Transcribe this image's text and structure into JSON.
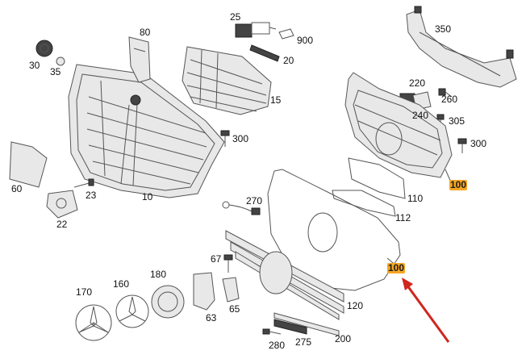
{
  "diagram": {
    "arrow_color": "#d0261d",
    "highlight_color": "#f5a623",
    "labels": {
      "p10": "10",
      "p15": "15",
      "p20": "20",
      "p22": "22",
      "p23": "23",
      "p25": "25",
      "p30": "30",
      "p35": "35",
      "p60": "60",
      "p63": "63",
      "p65": "65",
      "p67": "67",
      "p80": "80",
      "p100a": "100",
      "p100b": "100",
      "p110": "110",
      "p112": "112",
      "p120": "120",
      "p160": "160",
      "p170": "170",
      "p180": "180",
      "p200": "200",
      "p220": "220",
      "p240": "240",
      "p260": "260",
      "p270": "270",
      "p275": "275",
      "p280": "280",
      "p300a": "300",
      "p300b": "300",
      "p305": "305",
      "p350": "350",
      "p900": "900"
    }
  }
}
